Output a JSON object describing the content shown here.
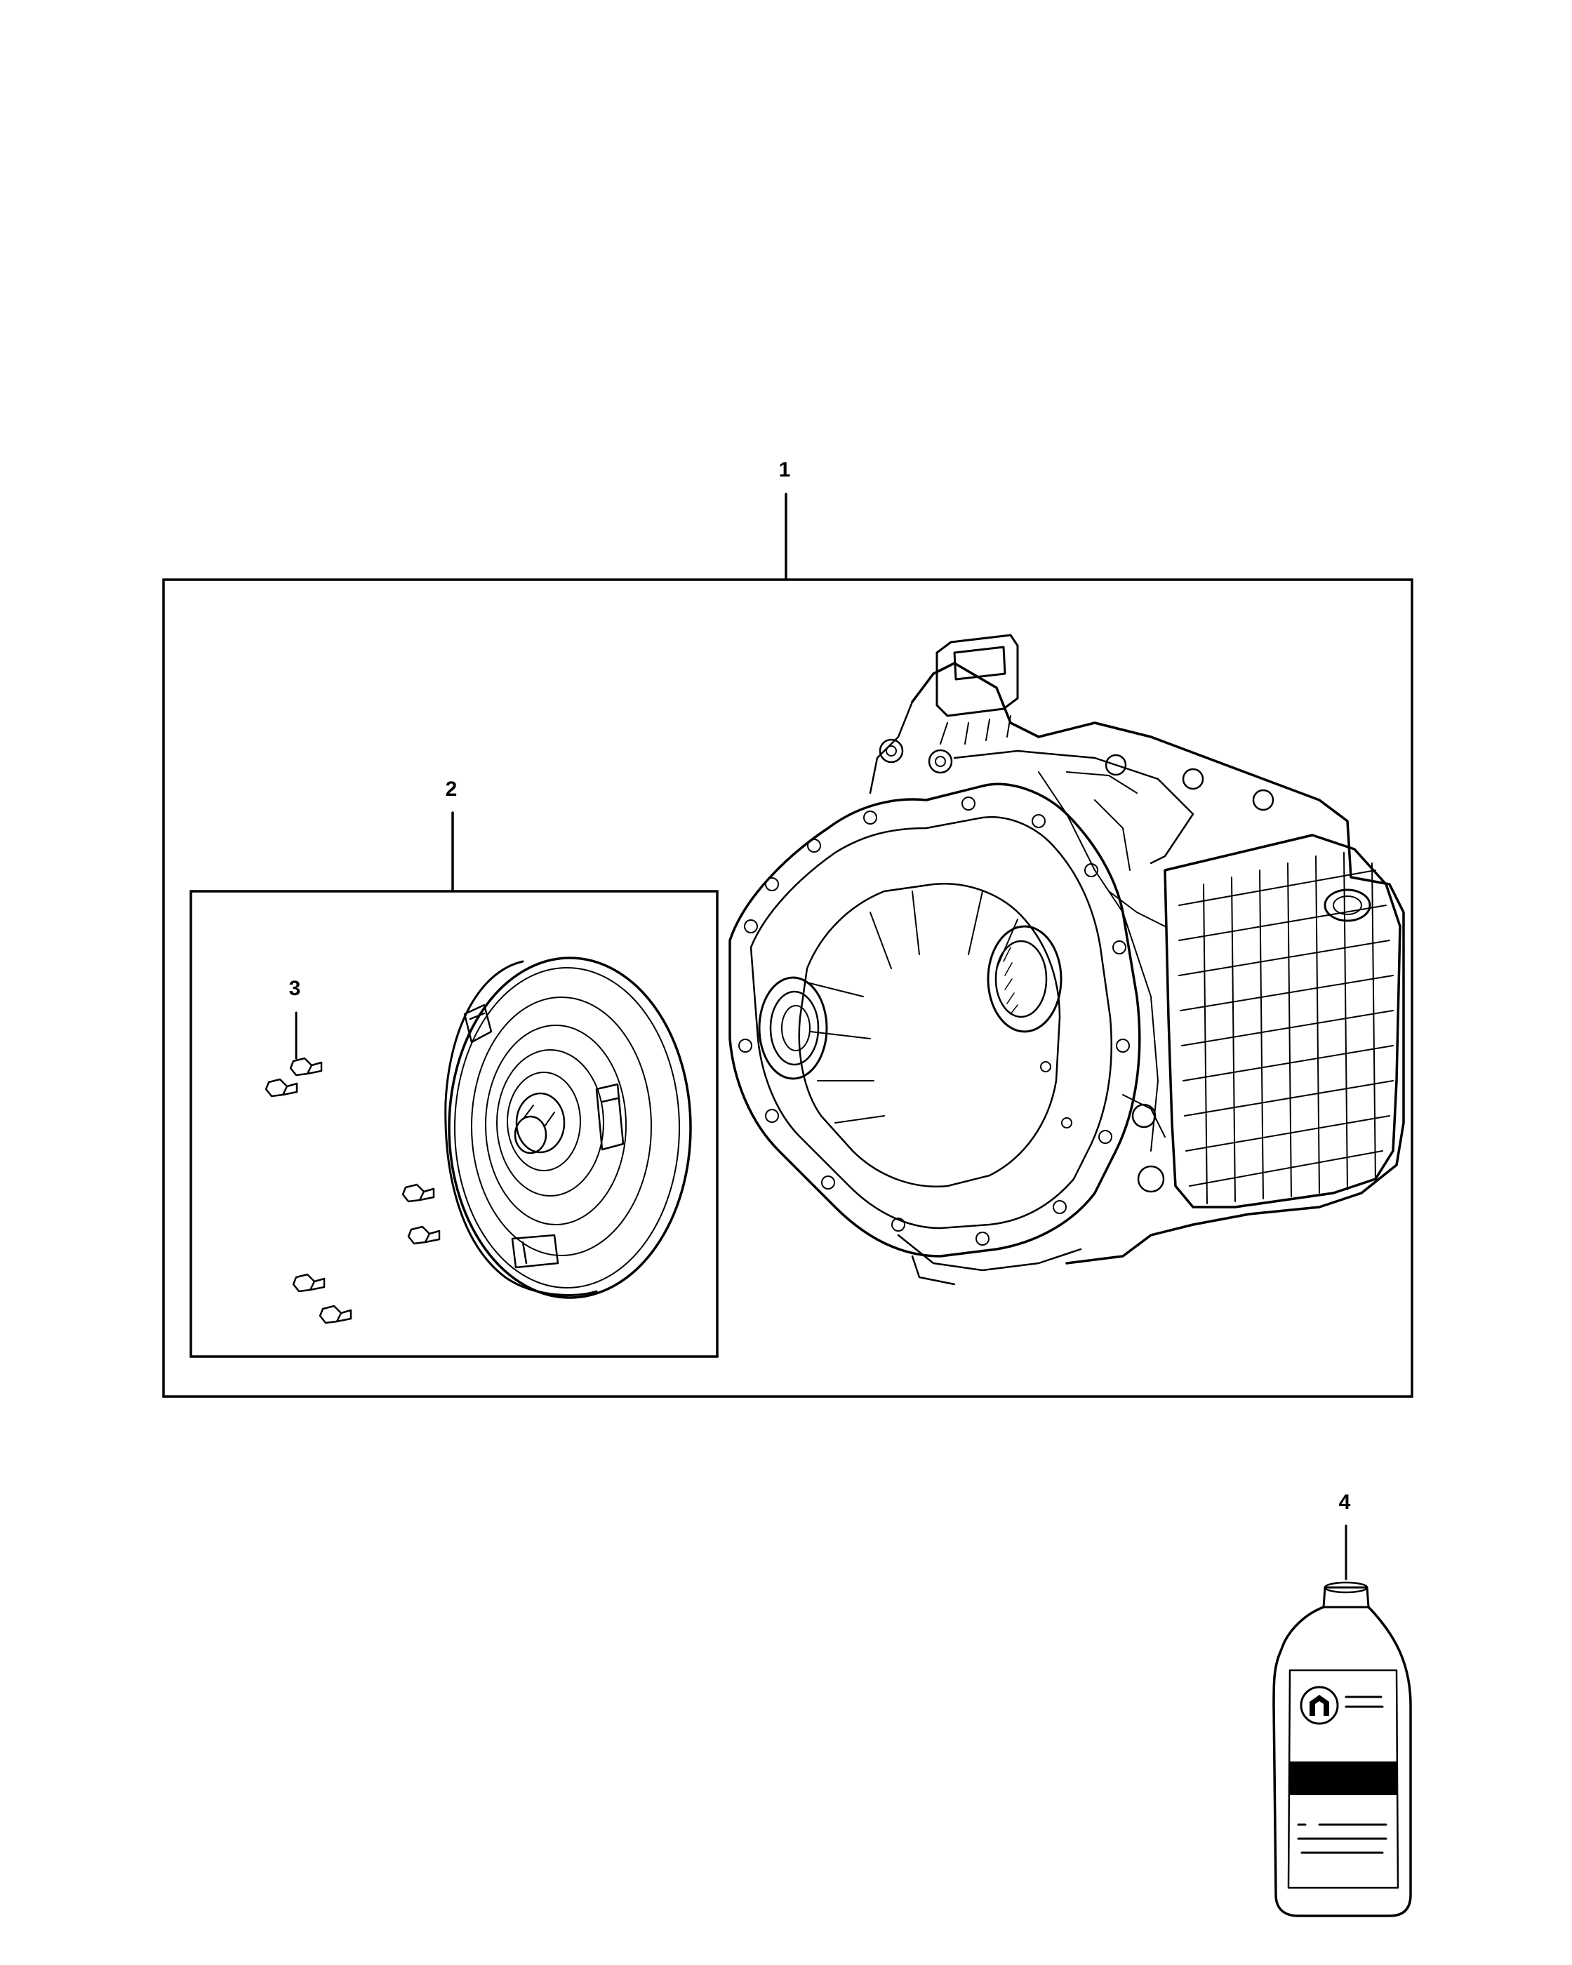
{
  "diagram": {
    "callouts": [
      {
        "id": "1",
        "label": "1",
        "part": "transmission-assembly"
      },
      {
        "id": "2",
        "label": "2",
        "part": "torque-converter-package"
      },
      {
        "id": "3",
        "label": "3",
        "part": "torque-converter-bolts"
      },
      {
        "id": "4",
        "label": "4",
        "part": "transmission-fluid-bottle"
      }
    ],
    "bottle": {
      "logo_icon": "mopar-logo-icon"
    },
    "colors": {
      "line": "#000000",
      "background": "#ffffff"
    }
  }
}
